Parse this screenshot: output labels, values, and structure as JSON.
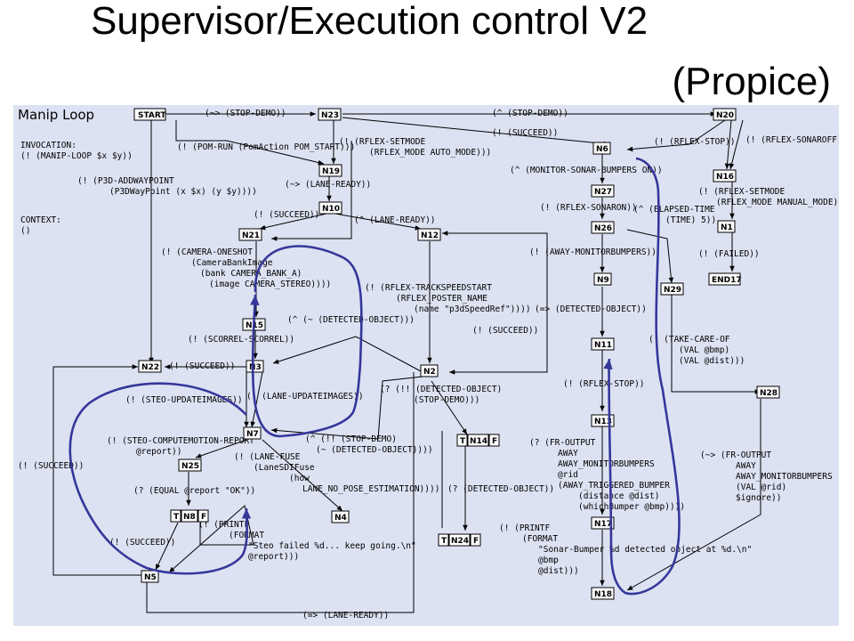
{
  "title": {
    "line1": "Supervisor/Execution control V2",
    "line2": "(Propice)"
  },
  "panel": {
    "name": "Manip Loop",
    "invocation_label": "INVOCATION:",
    "invocation_value": "(! (MANIP-LOOP $x $y))",
    "context_label": "CONTEXT:",
    "context_value": "()"
  },
  "nodes": {
    "START": "START",
    "N23": "N23",
    "N20": "N20",
    "N6": "N6",
    "N19": "N19",
    "N16": "N16",
    "N10": "N10",
    "N27": "N27",
    "N21": "N21",
    "N12": "N12",
    "N26": "N26",
    "N1": "N1",
    "N9": "N9",
    "END17": "END17",
    "N29": "N29",
    "N15": "N15",
    "N11": "N11",
    "N22": "N22",
    "N3": "N3",
    "N2": "N2",
    "N28": "N28",
    "N7": "N7",
    "N13": "N13",
    "N25": "N25",
    "N14": "N14",
    "N8": "N8",
    "N24": "N24",
    "N4": "N4",
    "N17": "N17",
    "N5": "N5",
    "N18": "N18",
    "T": "T",
    "F": "F"
  },
  "labels": {
    "L01": "(~> (STOP-DEMO))",
    "L02": "(^ (STOP-DEMO))",
    "L03": "(! (SUCCEED))",
    "L04": "(! (POM-RUN (PomAction POM_START)))",
    "L05": "(! (RFLEX-SETMODE",
    "L06": "(RFLEX_MODE AUTO_MODE)))",
    "L07": "(! (RFLEX-STOP))",
    "L08": "(! (RFLEX-SONAROFF))",
    "L09": "(^ (MONITOR-SONAR-BUMPERS ON))",
    "L10": "(! (P3D-ADDWAYPOINT",
    "L11": "(P3DWayPoint (x $x) (y $y))))",
    "L12": "(~> (LANE-READY))",
    "L13": "(! (RFLEX-SETMODE",
    "L14": "(RFLEX_MODE MANUAL_MODE)))",
    "L15": "(! (RFLEX-SONARON))",
    "L16": "(^ (ELAPSED-TIME",
    "L17": "(TIME) 5))",
    "L18": "(! (SUCCEED))",
    "L19": "(^ (LANE-READY))",
    "L20": "(! (CAMERA-ONESHOT",
    "L21": "(CameraBankImage",
    "L22": "(bank CAMERA_BANK_A)",
    "L23": "(image CAMERA_STEREO))))",
    "L24": "(! (AWAY-MONITORBUMPERS))",
    "L25": "(! (FAILED))",
    "L26": "(! (RFLEX-TRACKSPEEDSTART",
    "L27": "(RFLEX_POSTER_NAME",
    "L28": "(name \"p3dSpeedRef\"))))",
    "L29": "(=> (DETECTED-OBJECT))",
    "L30": "(^ (~ (DETECTED-OBJECT)))",
    "L31": "(! (SCORREL-SCORREL))",
    "L32": "(! (SUCCEED))",
    "L33": "(! (TAKE-CARE-OF",
    "L34": "(VAL @bmp)",
    "L35": "(VAL @dist)))",
    "L36": "(! (SUCCEED))",
    "L37": "(! (RFLEX-STOP))",
    "L38": "(! (STEO-UPDATEIMAGES))",
    "L39": "(! (LANE-UPDATEIMAGES))",
    "L40": "(? (!! (DETECTED-OBJECT)",
    "L41": "(STOP-DEMO)))",
    "L42": "(^ (!! (STOP-DEMO)",
    "L43": "(~ (DETECTED-OBJECT))))",
    "L44": "(! (STEO-COMPUTEMOTION-REPORT",
    "L45": "@report))",
    "L46": "(! (LANE-FUSE",
    "L47": "(LaneSDIFuse",
    "L48": "(how",
    "L49": "LANE_NO_POSE_ESTIMATION))))",
    "L50": "(? (FR-OUTPUT",
    "L51": "AWAY",
    "L52": "AWAY_MONITORBUMPERS",
    "L53": "@rid",
    "L54": "(AWAY_TRIGGERED_BUMPER",
    "L55": "(distance @dist)",
    "L56": "(whichBumper @bmp))))",
    "L57": "(~> (FR-OUTPUT",
    "L58": "AWAY",
    "L59": "AWAY_MONITORBUMPERS",
    "L60": "(VAL @rid)",
    "L61": "$ignore))",
    "L62": "(! (SUCCEED))",
    "L63": "(? (EQUAL @report \"OK\"))",
    "L64": "(? (DETECTED-OBJECT))",
    "L65": "(! (PRINTF",
    "L66": "(FORMAT",
    "L67": "\"Steo failed %d... keep going.\\n\"",
    "L68": "@report)))",
    "L69": "(! (PRINTF",
    "L70": "(FORMAT",
    "L71": "\"Sonar-Bumper %d detected object at %d.\\n\"",
    "L72": "@bmp",
    "L73": "@dist)))",
    "L74": "(! (SUCCEED))",
    "L75": "(=> (LANE-READY))"
  },
  "colors": {
    "background": "#dde2f2",
    "annotation": "#35379a",
    "node_fill": "#ffffff"
  }
}
